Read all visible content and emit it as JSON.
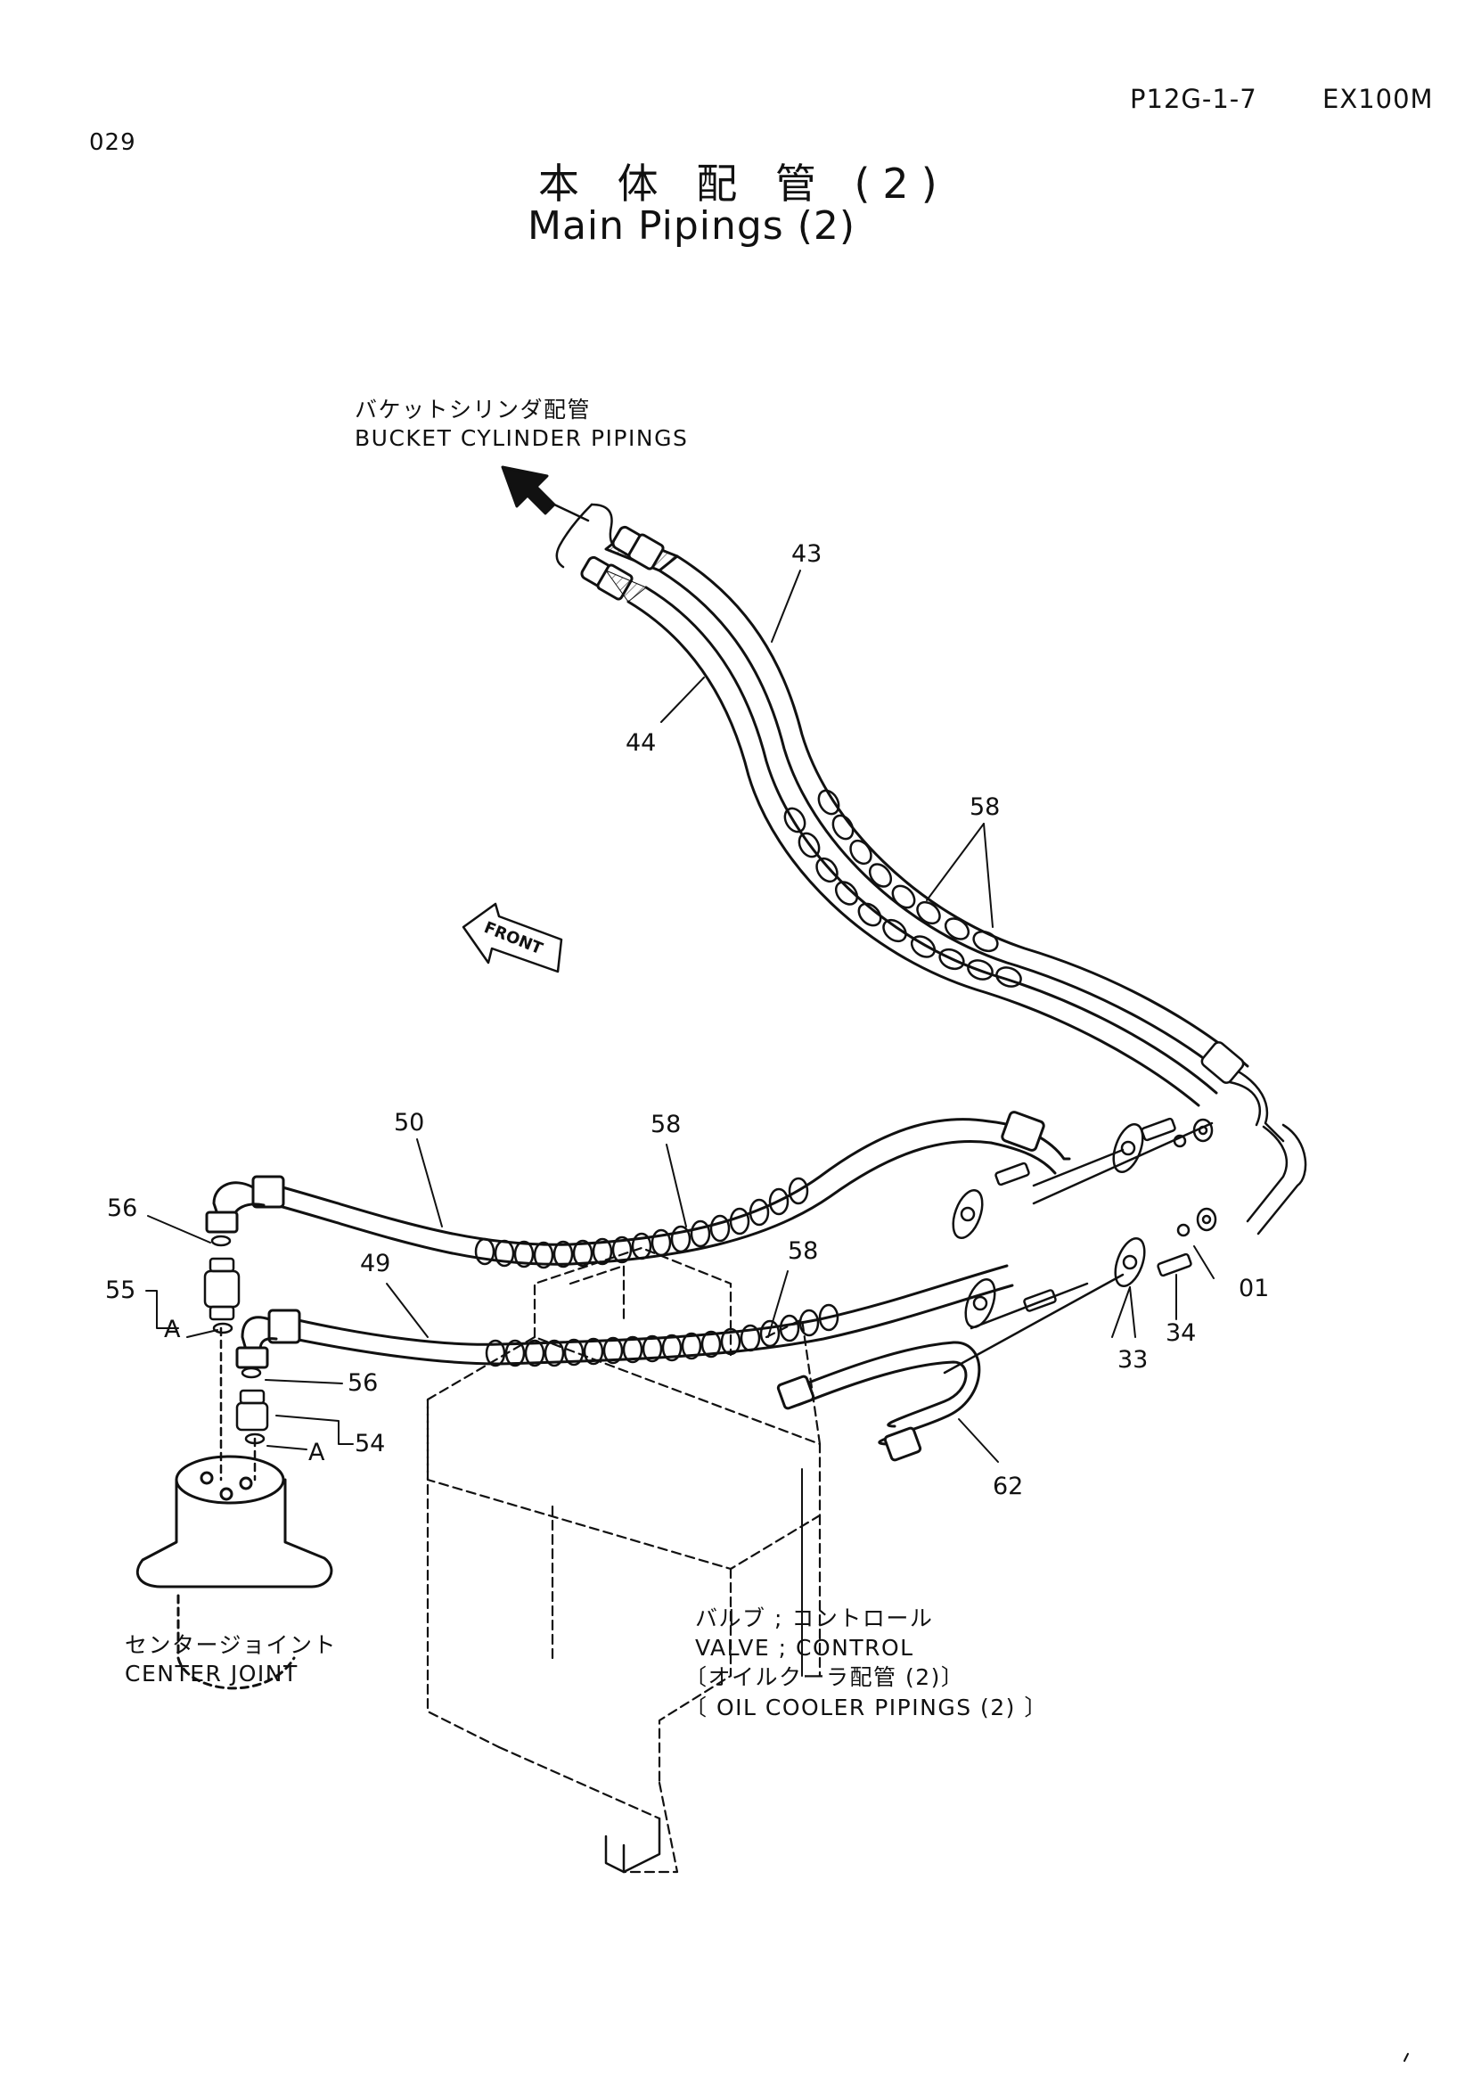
{
  "header": {
    "page_code": "P12G-1-7",
    "model": "EX100M",
    "sheet_no": "029"
  },
  "title": {
    "japanese": "本 体 配 管 (2)",
    "english": "Main Pipings (2)"
  },
  "captions": {
    "bucket_jp": "バケットシリンダ配管",
    "bucket_en": "BUCKET CYLINDER PIPINGS",
    "center_jp": "センタージョイント",
    "center_en": "CENTER JOINT",
    "valve_jp": "バルブ ; コントロール",
    "valve_en": "VALVE ; CONTROL",
    "oil_jp": "〔オイルクーラ配管 (2)〕",
    "oil_en": "〔 OIL COOLER PIPINGS (2) 〕"
  },
  "front_label": "FRONT",
  "callouts": {
    "p43": "43",
    "p44": "44",
    "p58a": "58",
    "p50": "50",
    "p58b": "58",
    "p56a": "56",
    "p55": "55",
    "pA1": "A",
    "p49": "49",
    "p58c": "58",
    "p56b": "56",
    "p54": "54",
    "pA2": "A",
    "p01": "01",
    "p34": "34",
    "p33": "33",
    "p62": "62"
  }
}
